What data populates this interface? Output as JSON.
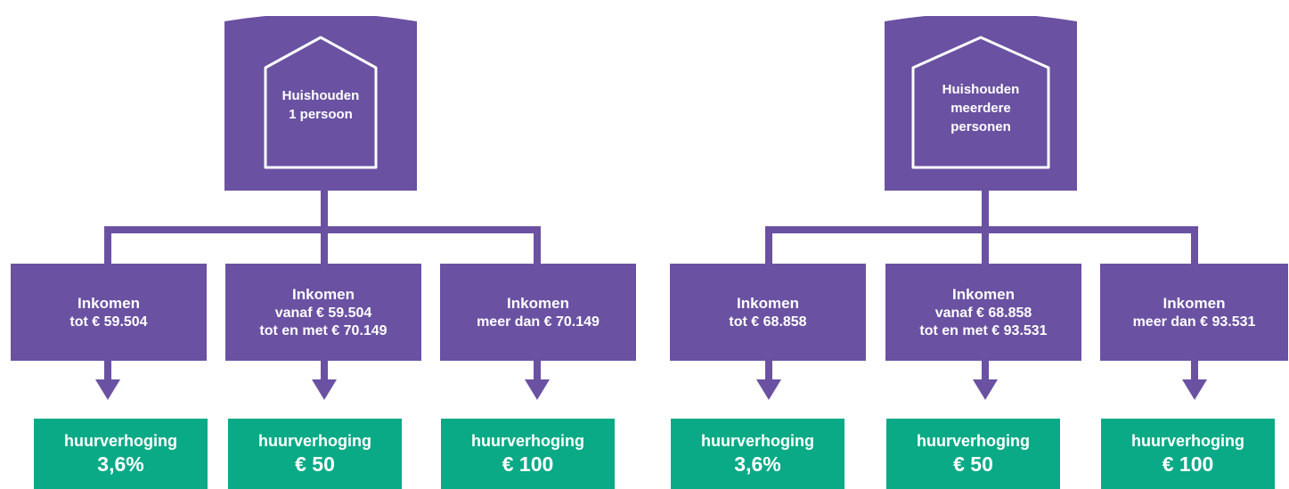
{
  "colors": {
    "purple": "#6a51a2",
    "green": "#0aaa87",
    "text": "#ffffff"
  },
  "groups": [
    {
      "house": {
        "line1": "Huishouden",
        "line2": "1 persoon"
      },
      "branches": [
        {
          "title": "Inkomen",
          "lines": [
            "tot € 59.504"
          ],
          "result_label": "huurverhoging",
          "result_value": "3,6%"
        },
        {
          "title": "Inkomen",
          "lines": [
            "vanaf € 59.504",
            "tot en met € 70.149"
          ],
          "result_label": "huurverhoging",
          "result_value": "€ 50"
        },
        {
          "title": "Inkomen",
          "lines": [
            "meer dan € 70.149"
          ],
          "result_label": "huurverhoging",
          "result_value": "€ 100"
        }
      ]
    },
    {
      "house": {
        "line1": "Huishouden",
        "line2": "meerdere",
        "line3": "personen"
      },
      "branches": [
        {
          "title": "Inkomen",
          "lines": [
            "tot € 68.858"
          ],
          "result_label": "huurverhoging",
          "result_value": "3,6%"
        },
        {
          "title": "Inkomen",
          "lines": [
            "vanaf € 68.858",
            "tot en met € 93.531"
          ],
          "result_label": "huurverhoging",
          "result_value": "€ 50"
        },
        {
          "title": "Inkomen",
          "lines": [
            "meer dan € 93.531"
          ],
          "result_label": "huurverhoging",
          "result_value": "€ 100"
        }
      ]
    }
  ]
}
